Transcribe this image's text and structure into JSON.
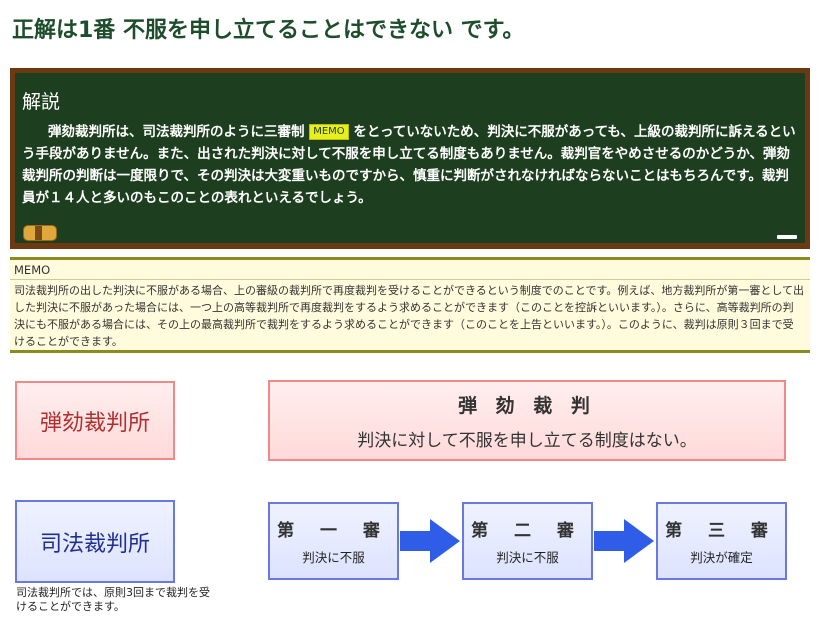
{
  "answer": {
    "text": "正解は1番 不服を申し立てることはできない です。"
  },
  "explanation": {
    "title": "解説",
    "text_before": "弾劾裁判所は、司法裁判所のように三審制",
    "memo_tag": "MEMO",
    "text_after": "をとっていないため、判決に不服があっても、上級の裁判所に訴えるという手段がありません。また、出された判決に対して不服を申し立てる制度もありません。裁判官をやめさせるのかどうか、弾劾裁判所の判断は一度限りで、その判決は大変重いものですから、慎重に判断がされなければならないことはもちろんです。裁判員が１４人と多いのもこのことの表れといえるでしょう。"
  },
  "memo": {
    "heading": "MEMO",
    "text": "司法裁判所の出した判決に不服がある場合、上の審級の裁判所で再度裁判を受けることができるという制度でのことです。例えば、地方裁判所が第一審として出した判決に不服があった場合には、一つ上の高等裁判所で再度裁判をするよう求めることができます（このことを控訴といいます。）。さらに、高等裁判所の判決にも不服がある場合には、その上の最高裁判所で裁判をするよう求めることができます（このことを上告といいます。）。このように、裁判は原則３回まで受けることができます。"
  },
  "diagram": {
    "impeachment_court": "弾劾裁判所",
    "impeachment_title": "弾 劾 裁 判",
    "impeachment_desc": "判決に対して不服を申し立てる制度はない。",
    "judicial_court": "司法裁判所",
    "judicial_caption": "司法裁判所では、原則3回まで裁判を受けることができます。",
    "stages": [
      {
        "title": "第 一 審",
        "desc": "判決に不服"
      },
      {
        "title": "第 二 審",
        "desc": "判決に不服"
      },
      {
        "title": "第 三 審",
        "desc": "判決が確定"
      }
    ]
  },
  "colors": {
    "board": "#1d3f1f",
    "board_frame": "#6b3a12",
    "answer_text": "#1e4d2b",
    "arrow": "#2f5de8",
    "red_border": "#f08a8a",
    "blue_border": "#6a79e0"
  },
  "icons": {
    "eraser": "eraser-icon",
    "chalk": "chalk-icon",
    "arrow": "right-arrow-icon"
  }
}
